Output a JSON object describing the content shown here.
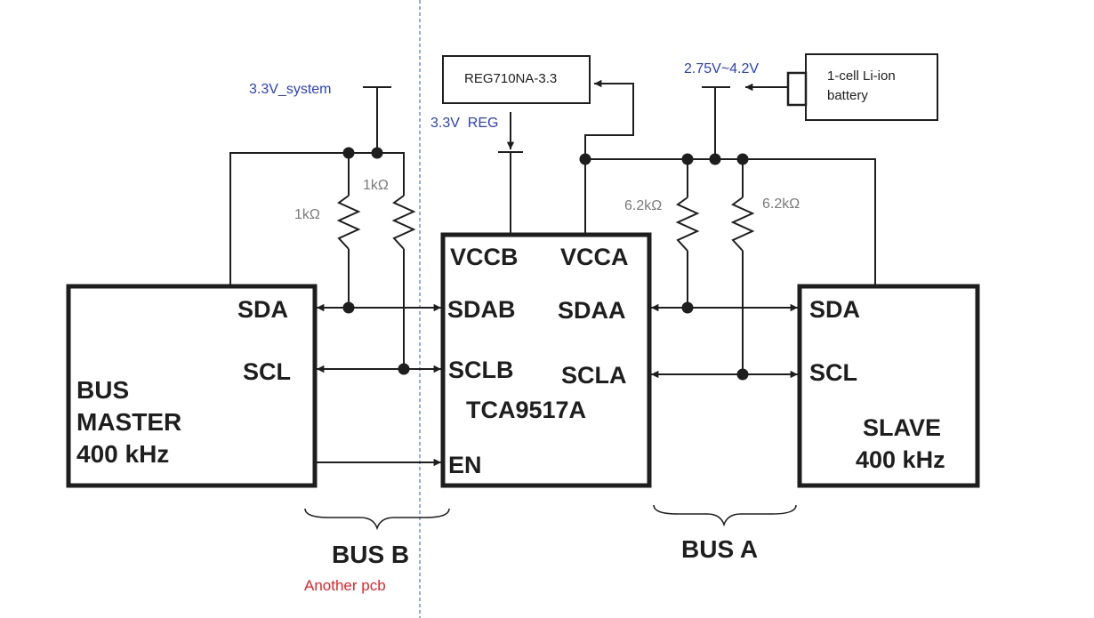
{
  "colors": {
    "ink": "#1e1e1e",
    "blue_label": "#2a3fc4",
    "gray_label": "#7a7a7a",
    "red_label": "#e0242b",
    "divider": "#5a7fbf",
    "background": "#ffffff"
  },
  "master": {
    "sda": "SDA",
    "scl": "SCL",
    "title_line1": "BUS",
    "title_line2": "MASTER",
    "title_line3": "400 kHz"
  },
  "ic": {
    "vccb": "VCCB",
    "vcca": "VCCA",
    "sdab": "SDAB",
    "sdaa": "SDAA",
    "sclb": "SCLB",
    "scla": "SCLA",
    "part": "TCA9517A",
    "en": "EN"
  },
  "slave": {
    "sda": "SDA",
    "scl": "SCL",
    "title_line1": "SLAVE",
    "title_line2": "400 kHz"
  },
  "regulator": {
    "label": "REG710NA-3.3"
  },
  "battery": {
    "line1": "1-cell Li-ion",
    "line2": "battery"
  },
  "rails": {
    "system": "3.3V_system",
    "reg": "3.3V  REG",
    "battery_range": "2.75V~4.2V"
  },
  "resistors": {
    "r1": "1kΩ",
    "r2": "1kΩ",
    "r3": "6.2kΩ",
    "r4": "6.2kΩ"
  },
  "bus_labels": {
    "bus_b": "BUS B",
    "bus_a": "BUS A",
    "another_pcb": "Another pcb"
  }
}
